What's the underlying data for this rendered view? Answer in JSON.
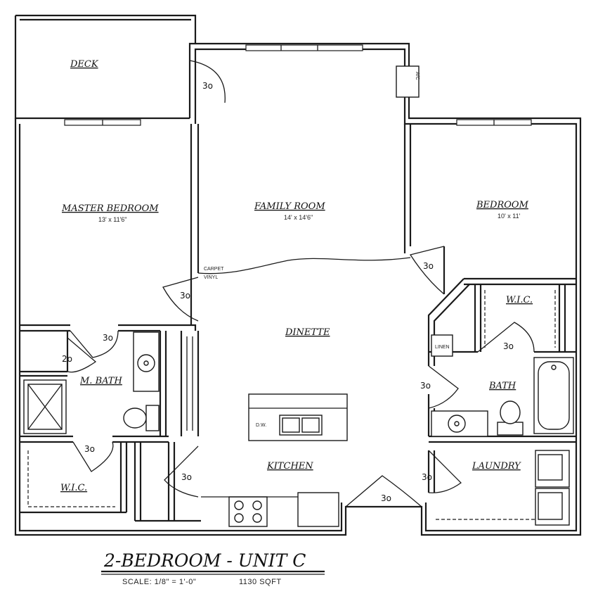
{
  "rooms": {
    "deck": "DECK",
    "master_bedroom": {
      "label": "MASTER BEDROOM",
      "dims": "13' x 11'6\""
    },
    "family_room": {
      "label": "FAMILY ROOM",
      "dims": "14' x 14'6\""
    },
    "bedroom": {
      "label": "BEDROOM",
      "dims": "10' x 11'"
    },
    "wic_right": "W.I.C.",
    "dinette": "DINETTE",
    "master_bath": "M. BATH",
    "bath": "BATH",
    "wic_left": "W.I.C.",
    "kitchen": "KITCHEN",
    "laundry": "LAUNDRY"
  },
  "fixtures": {
    "ac": "A/C",
    "carpet": "CARPET",
    "vinyl": "VINYL",
    "dishwasher": "D.W.",
    "linen": "LINEN"
  },
  "door_codes": {
    "deck_door": "3o",
    "master_bed_door": "3o",
    "master_bath_door": "3o",
    "master_bath_closet": "2o",
    "master_wic_door": "3o",
    "bedroom_door": "3o",
    "bath_door": "3o",
    "bath_hall_door": "3o",
    "laundry_door": "3o",
    "kitchen_closet_door": "3o",
    "entry_door": "3o"
  },
  "title": {
    "main": "2-BEDROOM - UNIT C",
    "scale": "SCALE: 1/8\" = 1'-0\"",
    "area": "1130 SQFT"
  }
}
